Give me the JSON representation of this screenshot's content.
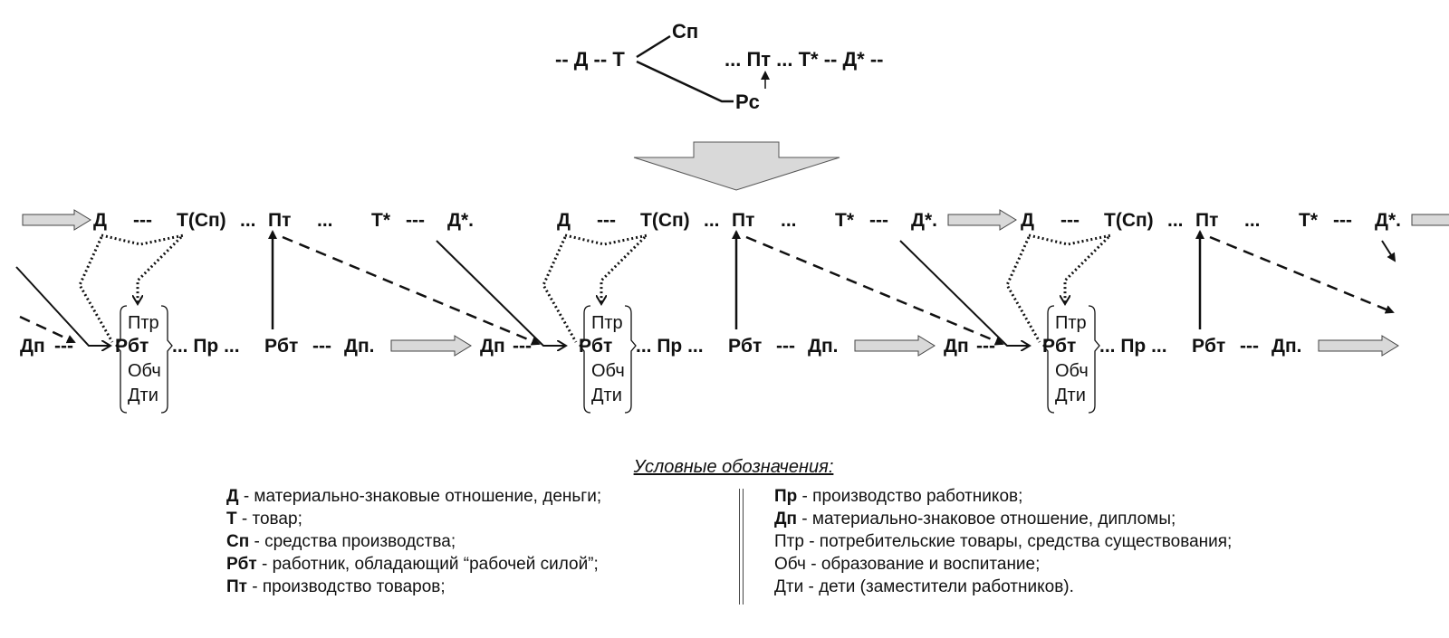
{
  "top_formula": {
    "left": "-- Д -- Т",
    "sp": "Сп",
    "rs": "Рс",
    "right": "... Пт ... Т* -- Д* --"
  },
  "cycle": {
    "d": "Д",
    "dash1": "---",
    "tsp": "Т(Сп)",
    "dots1": "...",
    "pt": "Пт",
    "dots2": "...",
    "tstar": "Т*",
    "dash2": "---",
    "dstar": "Д*.",
    "dp": "Дп",
    "dp_dash": "---",
    "column": [
      "Птр",
      "Рбт",
      "Обч",
      "Дти"
    ],
    "pr": "... Пр ...",
    "rbt": "Рбт",
    "dash3": "---",
    "dp_end": "Дп."
  },
  "colors": {
    "arrow_fill": "#d9d9d9",
    "ink": "#111111"
  },
  "legend": {
    "title": "Условные обозначения:",
    "left": [
      {
        "term": "Д",
        "desc": " - материально-знаковые отношение, деньги;"
      },
      {
        "term": "Т",
        "desc": " - товар;"
      },
      {
        "term": "Сп",
        "desc": " - средства производства;"
      },
      {
        "term": "Рбт",
        "desc": " - работник, обладающий “рабочей силой”;"
      },
      {
        "term": "Пт",
        "desc": " - производство товаров;"
      }
    ],
    "right": [
      {
        "term": "Пр",
        "desc": " - производство работников;"
      },
      {
        "term": "Дп",
        "desc": " - материально-знаковое отношение, дипломы;"
      },
      {
        "term": "",
        "desc": "Птр - потребительские товары, средства существования;"
      },
      {
        "term": "",
        "desc": "Обч - образование и воспитание;"
      },
      {
        "term": "",
        "desc": "Дти - дети (заместители работников)."
      }
    ]
  }
}
